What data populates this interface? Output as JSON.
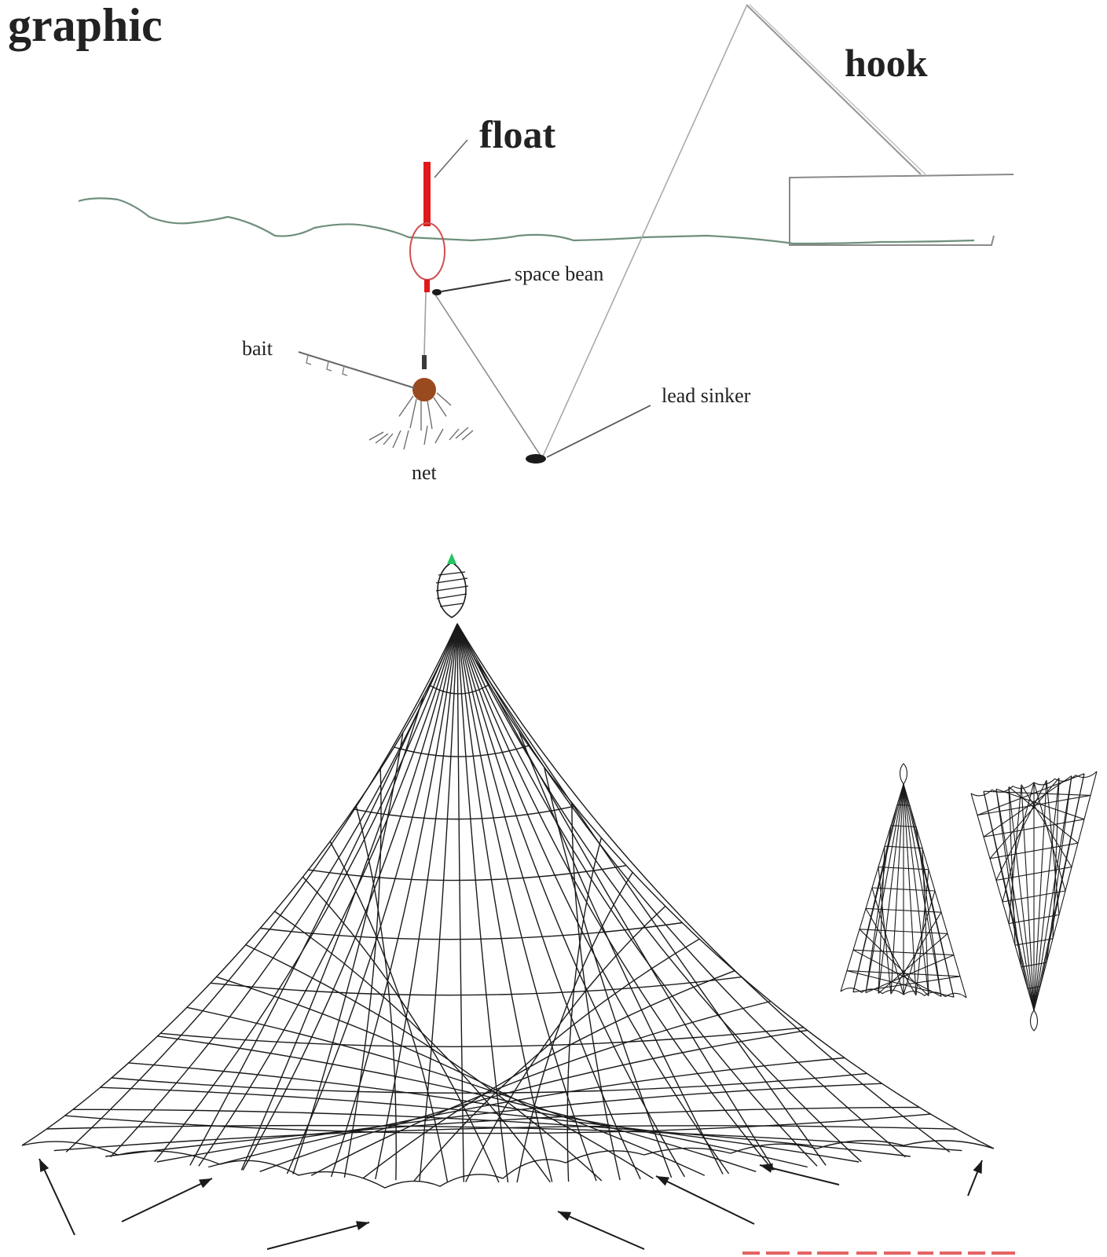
{
  "labels": {
    "heading": "graphic",
    "hook": "hook",
    "float": "float",
    "space_bean": "space bean",
    "bait": "bait",
    "lead_sinker": "lead sinker",
    "net": "net"
  },
  "colors": {
    "float": "#e0191b",
    "water": "#6f8f7c",
    "bait_ball": "#9a4a1f",
    "top_knot": "#22c55e",
    "ink": "#1a1a1a"
  }
}
